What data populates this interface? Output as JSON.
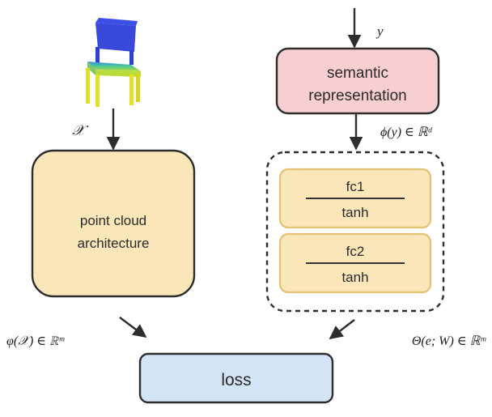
{
  "diagram": {
    "input_chair": "chair-point-cloud",
    "input_x_label": "𝒳",
    "input_y_label": "y",
    "point_cloud_box": {
      "line1": "point cloud",
      "line2": "architecture"
    },
    "semantic_box": {
      "line1": "semantic",
      "line2": "representation"
    },
    "phi_label": "ϕ(y) ∈ ℝᵈ",
    "fc_layers": [
      {
        "top": "fc1",
        "bottom": "tanh"
      },
      {
        "top": "fc2",
        "bottom": "tanh"
      }
    ],
    "varphi_label": "φ(𝒳) ∈ ℝᵐ",
    "theta_label": "Θ(e; W) ∈ ℝᵐ",
    "loss_label": "loss"
  },
  "colors": {
    "point_cloud_fill": "#fae6b8",
    "fc_fill": "#fae6b8",
    "semantic_fill": "#f7cfd0",
    "loss_fill": "#d4e4f7",
    "stroke": "#2d2d2d",
    "chair_back": "#2e3fd8",
    "chair_seat_top": "#46c79a",
    "chair_legs": "#e3e02b"
  }
}
